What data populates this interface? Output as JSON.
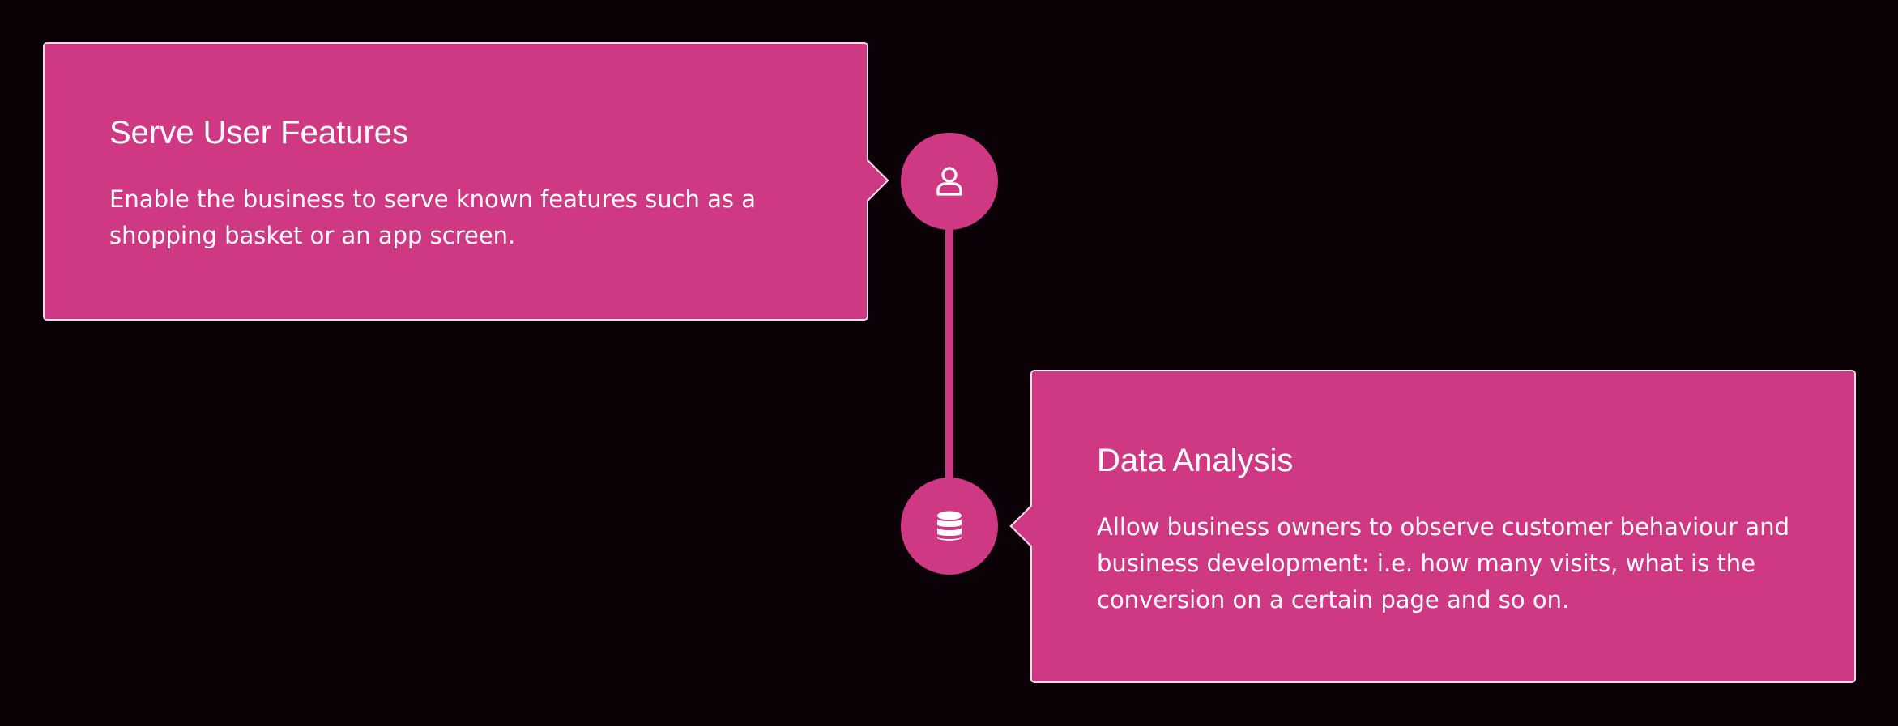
{
  "colors": {
    "background": "#0b0208",
    "accent": "#cf3984",
    "card_border": "#f3dde9",
    "text": "#ffffff"
  },
  "timeline": {
    "items": [
      {
        "title": "Serve User Features",
        "description": "Enable the business to serve known features such as a shopping basket or an app screen.",
        "icon": "user-icon"
      },
      {
        "title": "Data Analysis",
        "description": "Allow business owners to observe customer behaviour and business development: i.e. how many visits, what is the conversion on a certain page and so on.",
        "icon": "database-icon"
      }
    ]
  }
}
